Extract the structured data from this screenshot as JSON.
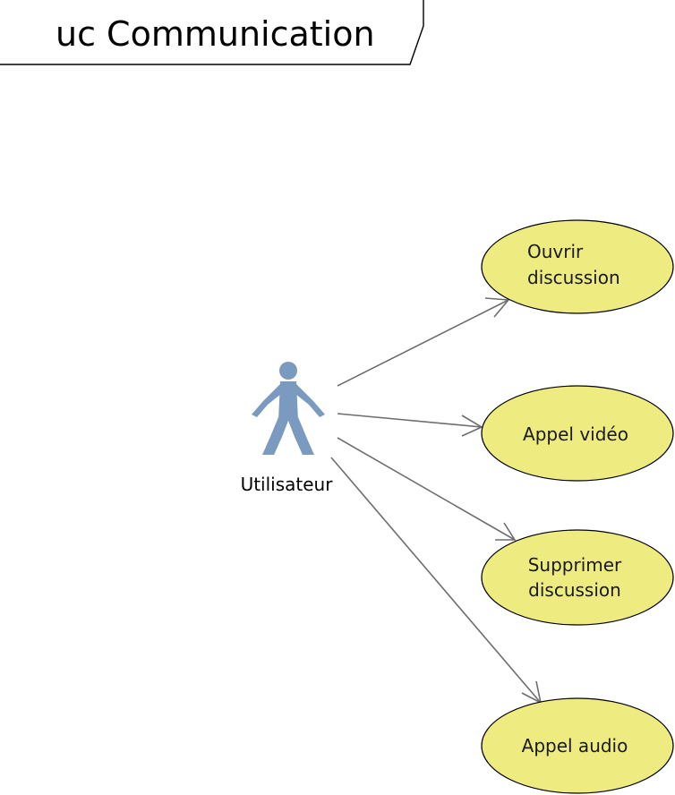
{
  "diagram": {
    "frame_title": "uc Communication",
    "actor": {
      "name": "Utilisateur",
      "icon": "actor-stick-figure-icon",
      "color": "#7b9ac0"
    },
    "use_cases": [
      {
        "lines": [
          "Ouvrir",
          "discussion"
        ]
      },
      {
        "lines": [
          "Appel vidéo"
        ]
      },
      {
        "lines": [
          "Supprimer",
          "discussion"
        ]
      },
      {
        "lines": [
          "Appel audio"
        ]
      }
    ],
    "use_case_fill": "#eeeb80",
    "association_color": "#6e6e6e"
  }
}
